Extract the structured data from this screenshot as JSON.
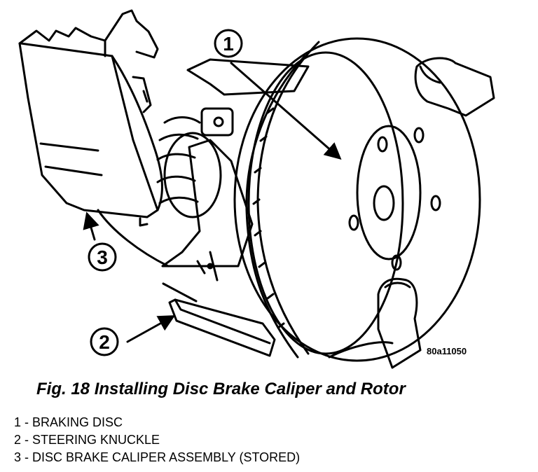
{
  "figure": {
    "image_code": "80a11050",
    "title": "Fig. 18 Installing Disc Brake Caliper and Rotor"
  },
  "callouts": [
    {
      "number": "1"
    },
    {
      "number": "2"
    },
    {
      "number": "3"
    }
  ],
  "legend": [
    {
      "text": "1 - BRAKING DISC"
    },
    {
      "text": "2 - STEERING KNUCKLE"
    },
    {
      "text": "3 - DISC BRAKE CALIPER ASSEMBLY (STORED)"
    }
  ]
}
